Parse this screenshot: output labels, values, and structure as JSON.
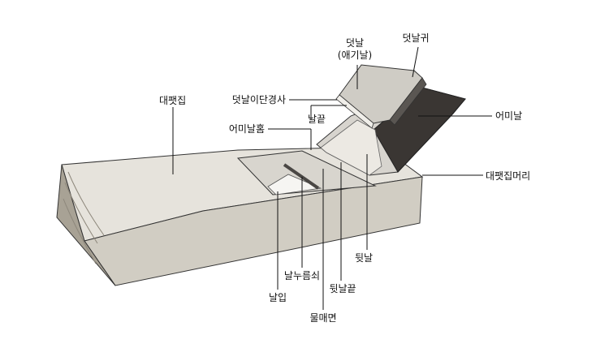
{
  "figure": {
    "subject": "Korean hand plane (대패) with labelled parts",
    "labels": {
      "daepaetjip": "대팻집",
      "deotnal": "덧날",
      "deotnal_sub": "(애기날)",
      "deotnalgwi": "덧날귀",
      "deotnal_idan_gyeongsa": "덧날이단경사",
      "nalkkeut": "날끝",
      "eomi_nal": "어미날",
      "eomi_nal_hom": "어미날홈",
      "daepaetjip_meori": "대팻집머리",
      "dwitnal": "뒷날",
      "nal_nureum_soe": "날누름쇠",
      "dwitnal_kkeut": "뒷날끝",
      "nalip": "날입",
      "mulmaemyeon": "물매면"
    }
  },
  "colors": {
    "line": "#111111",
    "wood_top": "#e4e1d9",
    "wood_front": "#cfcbc1",
    "wood_end": "#a9a397",
    "blade_dark": "#3a3633",
    "blade_light": "#d9d6d0"
  }
}
